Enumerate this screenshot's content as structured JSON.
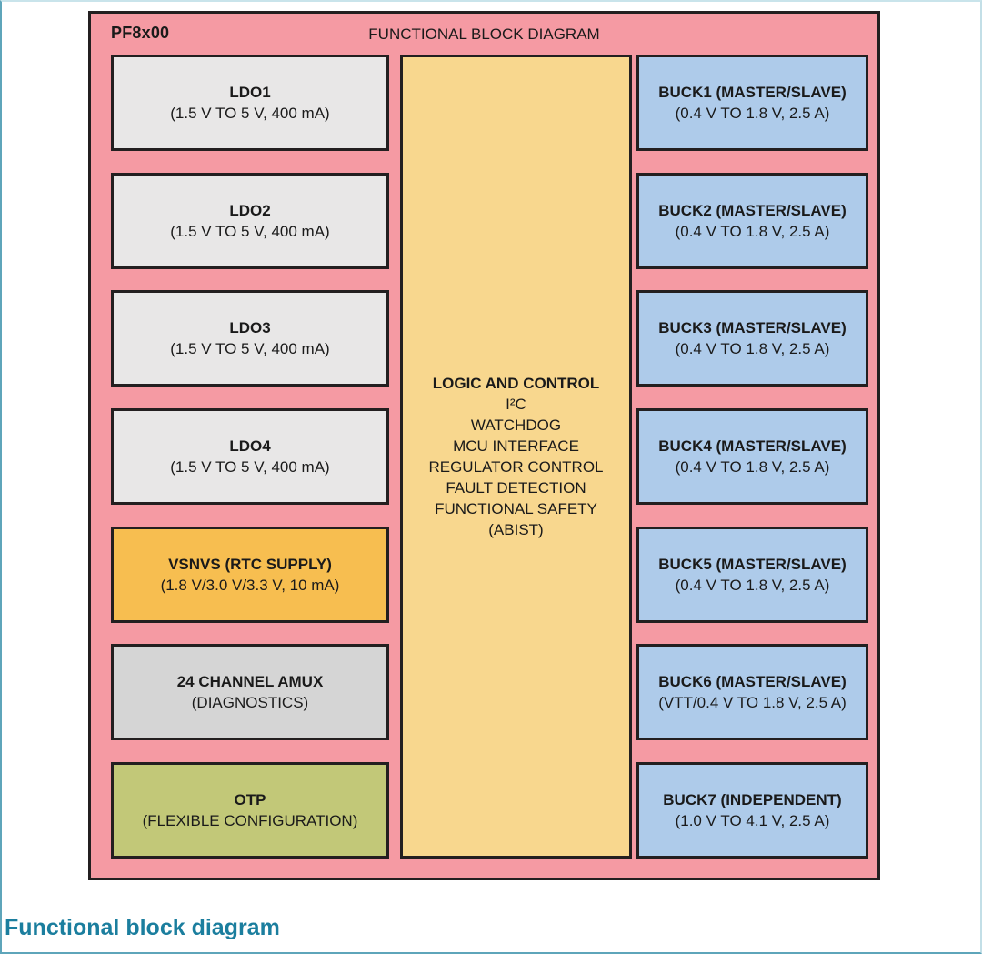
{
  "header": {
    "chip_label": "PF8x00",
    "diagram_title": "FUNCTIONAL BLOCK DIAGRAM"
  },
  "left_column": [
    {
      "id": "ldo1",
      "title": "LDO1",
      "subtitle": "(1.5 V TO 5 V, 400 mA)",
      "style": "gray-light"
    },
    {
      "id": "ldo2",
      "title": "LDO2",
      "subtitle": "(1.5 V TO 5 V, 400 mA)",
      "style": "gray-light"
    },
    {
      "id": "ldo3",
      "title": "LDO3",
      "subtitle": "(1.5 V TO 5 V, 400 mA)",
      "style": "gray-light"
    },
    {
      "id": "ldo4",
      "title": "LDO4",
      "subtitle": "(1.5 V TO 5 V, 400 mA)",
      "style": "gray-light"
    },
    {
      "id": "vsnvs",
      "title": "VSNVS (RTC SUPPLY)",
      "subtitle": "(1.8 V/3.0 V/3.3 V, 10 mA)",
      "style": "orange"
    },
    {
      "id": "amux",
      "title": "24 CHANNEL AMUX",
      "subtitle": "(DIAGNOSTICS)",
      "style": "gray-dark"
    },
    {
      "id": "otp",
      "title": "OTP",
      "subtitle": "(FLEXIBLE CONFIGURATION)",
      "style": "green"
    }
  ],
  "center_block": {
    "title": "LOGIC AND CONTROL",
    "lines": [
      "I²C",
      "WATCHDOG",
      "MCU INTERFACE",
      "REGULATOR CONTROL",
      "FAULT DETECTION",
      "FUNCTIONAL SAFETY",
      "(ABIST)"
    ]
  },
  "right_column": [
    {
      "id": "buck1",
      "title": "BUCK1 (MASTER/SLAVE)",
      "subtitle": "(0.4 V TO 1.8 V, 2.5 A)",
      "style": "blue"
    },
    {
      "id": "buck2",
      "title": "BUCK2 (MASTER/SLAVE)",
      "subtitle": "(0.4 V TO 1.8 V, 2.5 A)",
      "style": "blue"
    },
    {
      "id": "buck3",
      "title": "BUCK3 (MASTER/SLAVE)",
      "subtitle": "(0.4 V TO 1.8 V, 2.5 A)",
      "style": "blue"
    },
    {
      "id": "buck4",
      "title": "BUCK4 (MASTER/SLAVE)",
      "subtitle": "(0.4 V TO 1.8 V, 2.5 A)",
      "style": "blue"
    },
    {
      "id": "buck5",
      "title": "BUCK5 (MASTER/SLAVE)",
      "subtitle": "(0.4 V TO 1.8 V, 2.5 A)",
      "style": "blue"
    },
    {
      "id": "buck6",
      "title": "BUCK6 (MASTER/SLAVE)",
      "subtitle": "(VTT/0.4 V TO 1.8 V, 2.5 A)",
      "style": "blue"
    },
    {
      "id": "buck7",
      "title": "BUCK7 (INDEPENDENT)",
      "subtitle": "(1.0 V TO 4.1 V, 2.5 A)",
      "style": "blue"
    }
  ],
  "caption": "Functional block diagram",
  "colors": {
    "pink": "#f59aa3",
    "tan": "#f8d78e",
    "gray_light": "#e8e7e7",
    "gray_dark": "#d5d5d5",
    "orange": "#f7be50",
    "green": "#c2c878",
    "blue": "#aecbea",
    "outline": "#231f20",
    "caption_teal": "#1b7e9e"
  }
}
